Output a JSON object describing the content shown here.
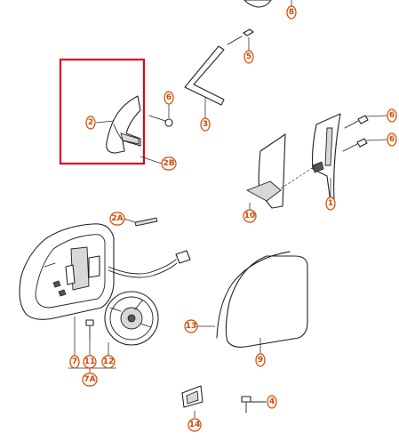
{
  "callouts": {
    "c8": "8",
    "c5": "5",
    "c3": "3",
    "c6a": "6",
    "c2": "2",
    "c2b": "2B",
    "c6b": "6",
    "c6c": "6",
    "c1": "1",
    "c10": "10",
    "c2a": "2A",
    "c13": "13",
    "c9": "9",
    "c7": "7",
    "c11": "11",
    "c12": "12",
    "c7a": "7A",
    "c4": "4",
    "c14": "14"
  },
  "colors": {
    "callout": "#d04a00",
    "highlight_box": "#e0001b",
    "line": "#222222"
  }
}
